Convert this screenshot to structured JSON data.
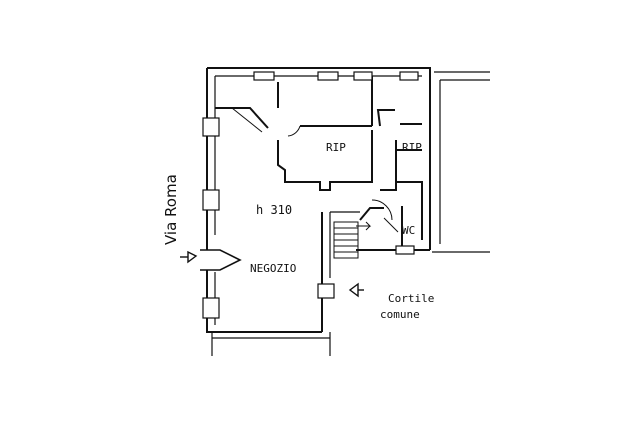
{
  "labels": {
    "street": "Via Roma",
    "height": "h 310",
    "storage_1": "RIP",
    "storage_2": "RIP",
    "shop": "NEGOZIO",
    "wc": "WC",
    "courtyard_line1": "Cortile",
    "courtyard_line2": "comune"
  },
  "colors": {
    "ink": "#111111",
    "background": "#ffffff"
  },
  "icons": {
    "entrance_street": "entrance-arrow-icon",
    "entrance_courtyard": "entrance-arrow-icon"
  }
}
